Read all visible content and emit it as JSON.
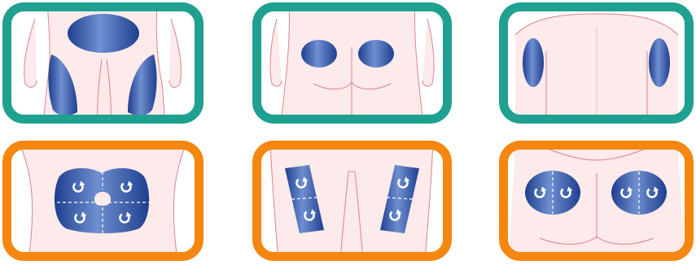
{
  "colors": {
    "row1_border": "#1fa090",
    "row2_border": "#f5860f",
    "skin": "#fdeaea",
    "outline": "#d9848e",
    "site_dark": "#1e3f8f",
    "site_light": "#6e8fd0"
  },
  "panels": [
    {
      "view": "front-abdomen-and-thighs",
      "border": "row1_border"
    },
    {
      "view": "buttocks",
      "border": "row1_border"
    },
    {
      "view": "back-of-upper-arms",
      "border": "row1_border"
    },
    {
      "view": "abdomen-quadrant-rotation",
      "border": "row2_border"
    },
    {
      "view": "thigh-rotation",
      "border": "row2_border"
    },
    {
      "view": "buttock-rotation",
      "border": "row2_border"
    }
  ],
  "icons": {
    "rotation": "rotate-arrow-icon"
  }
}
